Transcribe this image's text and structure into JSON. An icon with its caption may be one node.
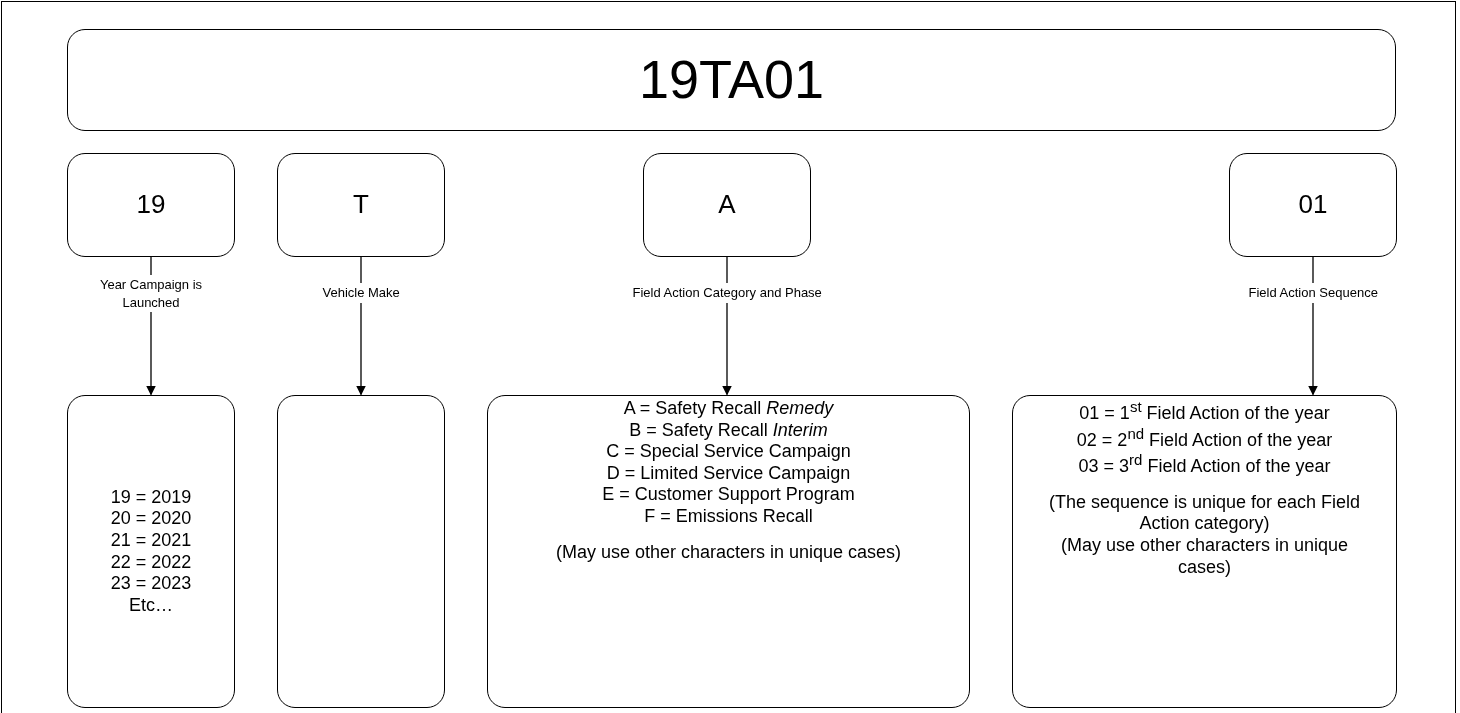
{
  "diagram": {
    "nodes": [
      {
        "text": [
          "19TA01"
        ]
      },
      {
        "text": [
          "19"
        ]
      },
      {
        "text": [
          "T"
        ]
      },
      {
        "text": [
          "A"
        ]
      },
      {
        "text": [
          "01"
        ]
      },
      {
        "text": [
          "19 = 2019",
          "20 = 2020",
          "21 = 2021",
          "22 = 2022",
          "23 = 2023",
          "Etc…"
        ]
      },
      {
        "text": [],
        "shape": "box"
      },
      {
        "text": [
          "A = Safety Recall *Remedy*",
          "B = Safety Recall *Interim*",
          "C = Special Service Campaign",
          "D = Limited Service Campaign",
          "E =  Customer Support Program",
          "F = Emissions Recall",
          "(May use other characters in unique cases)"
        ]
      },
      {
        "text": [
          "01 = 1$^{st}$ Field Action of the year",
          "02 = 2$^{nd}$ Field Action of the year",
          "03 = 3$^{rd}$ Field Action of the year",
          "(The sequence is unique for each Field Action category)",
          "(May use other characters in unique cases)"
        ]
      }
    ],
    "edges": [
      {
        "from": 1,
        "to": 5,
        "arrow": "to",
        "label": "Year Campaign is Launched"
      },
      {
        "from": 2,
        "to": 6,
        "arrow": "to",
        "label": "Vehicle Make"
      },
      {
        "from": 3,
        "to": 7,
        "arrow": "to",
        "label": "Field Action Category and Phase"
      },
      {
        "from": 4,
        "to": 8,
        "arrow": "to",
        "label": "Field Action Sequence"
      }
    ]
  }
}
